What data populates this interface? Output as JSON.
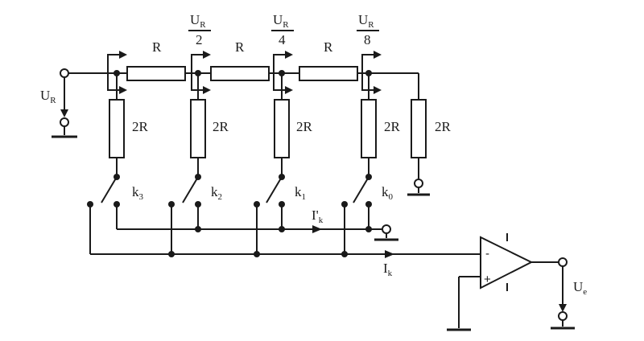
{
  "labels": {
    "input_voltage": {
      "main": "U",
      "sub": "R"
    },
    "ladder_R": [
      "R",
      "R",
      "R"
    ],
    "node_fractions": [
      {
        "num_main": "U",
        "num_sub": "R",
        "den": "2"
      },
      {
        "num_main": "U",
        "num_sub": "R",
        "den": "4"
      },
      {
        "num_main": "U",
        "num_sub": "R",
        "den": "8"
      }
    ],
    "shunt_2R": [
      "2R",
      "2R",
      "2R",
      "2R",
      "2R"
    ],
    "switches": [
      {
        "main": "k",
        "sub": "3"
      },
      {
        "main": "k",
        "sub": "2"
      },
      {
        "main": "k",
        "sub": "1"
      },
      {
        "main": "k",
        "sub": "0"
      }
    ],
    "current_prime": {
      "main": "I'",
      "sub": "k"
    },
    "current": {
      "main": "I",
      "sub": "k"
    },
    "opamp_minus": "-",
    "opamp_plus": "+",
    "output_voltage": {
      "main": "U",
      "sub": "e"
    }
  }
}
